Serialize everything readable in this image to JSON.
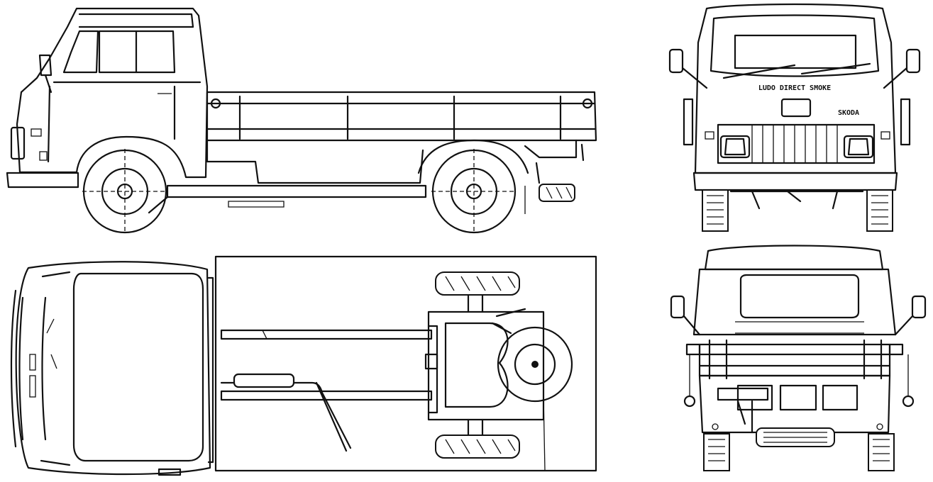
{
  "blueprint": {
    "views": [
      "side-view",
      "front-view",
      "top-view",
      "rear-view"
    ]
  },
  "badges": {
    "front_plate": "LUDO DIRECT SMOKE",
    "front_emblem": "SKODA"
  },
  "colors": {
    "ink": "#111111",
    "paper": "#ffffff"
  }
}
